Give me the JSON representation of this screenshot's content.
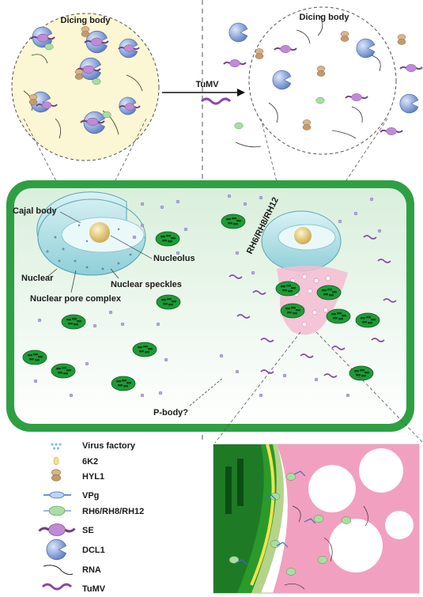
{
  "top": {
    "left_title": "Dicing body",
    "right_title": "Dicing body",
    "arrow_label": "TuMV"
  },
  "cell": {
    "labels": {
      "cajal_body": "Cajal body",
      "nucleolus": "Nucleolus",
      "nuclear": "Nuclear",
      "nuclear_speckles": "Nuclear speckles",
      "nuclear_pore_complex": "Nuclear pore complex",
      "p_body": "P-body?",
      "helicases": "RH6/RH8/RH12"
    }
  },
  "legend": [
    {
      "icon": "virus-factory-icon",
      "label": "Virus factory"
    },
    {
      "icon": "6k2-icon",
      "label": "6K2"
    },
    {
      "icon": "hyl1-icon",
      "label": "HYL1"
    },
    {
      "icon": "vpg-icon",
      "label": "VPg"
    },
    {
      "icon": "rh-helicase-icon",
      "label": "RH6/RH8/RH12"
    },
    {
      "icon": "se-icon",
      "label": "SE"
    },
    {
      "icon": "dcl1-icon",
      "label": "DCL1"
    },
    {
      "icon": "rna-icon",
      "label": "RNA"
    },
    {
      "icon": "tumv-icon",
      "label": "TuMV"
    }
  ],
  "colors": {
    "cell_wall": "#2ea043",
    "cytoplasm": "#eaf5ea",
    "dicing_body_fill": "#fbf6d3",
    "dcl1": "#7f9fd8",
    "se": "#b27ac8",
    "hyl1": "#c9a27a",
    "rh": "#8fd08a",
    "factory": "#f2a0bf"
  }
}
